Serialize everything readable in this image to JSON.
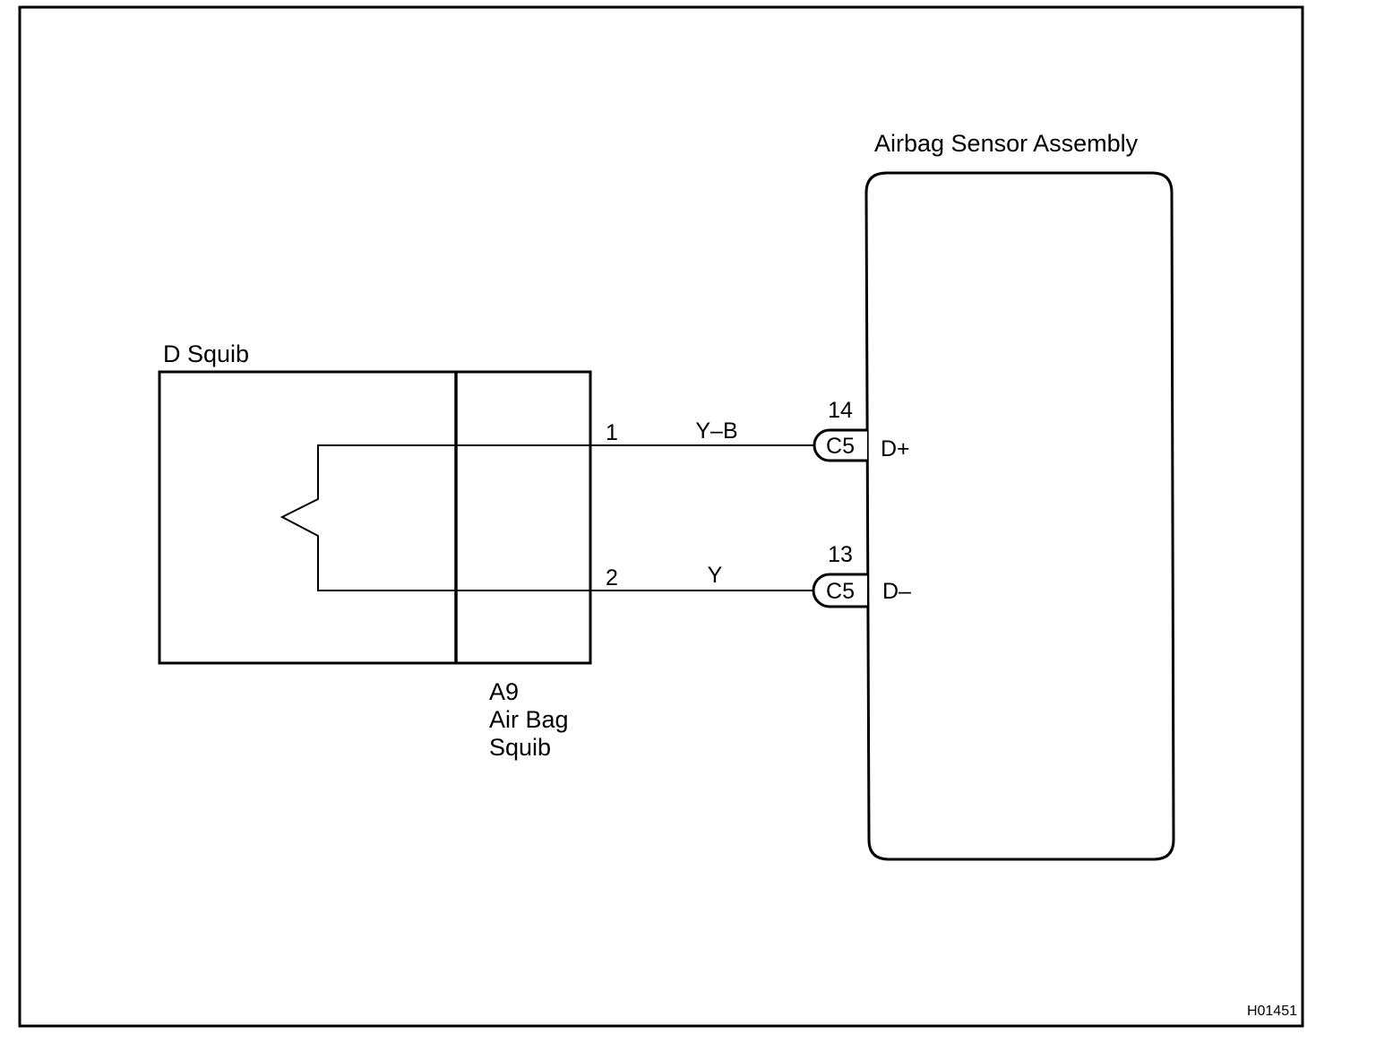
{
  "diagram": {
    "code": "H01451",
    "squib": {
      "title": "D Squib",
      "connector_code": "A9",
      "connector_name_line1": "Air Bag",
      "connector_name_line2": "Squib"
    },
    "sensor": {
      "title": "Airbag Sensor Assembly"
    },
    "circuits": [
      {
        "squib_pin": "1",
        "wire_color": "Y–B",
        "connector": "C5",
        "terminal_number": "14",
        "terminal_name": "D+"
      },
      {
        "squib_pin": "2",
        "wire_color": "Y",
        "connector": "C5",
        "terminal_number": "13",
        "terminal_name": "D–"
      }
    ]
  }
}
